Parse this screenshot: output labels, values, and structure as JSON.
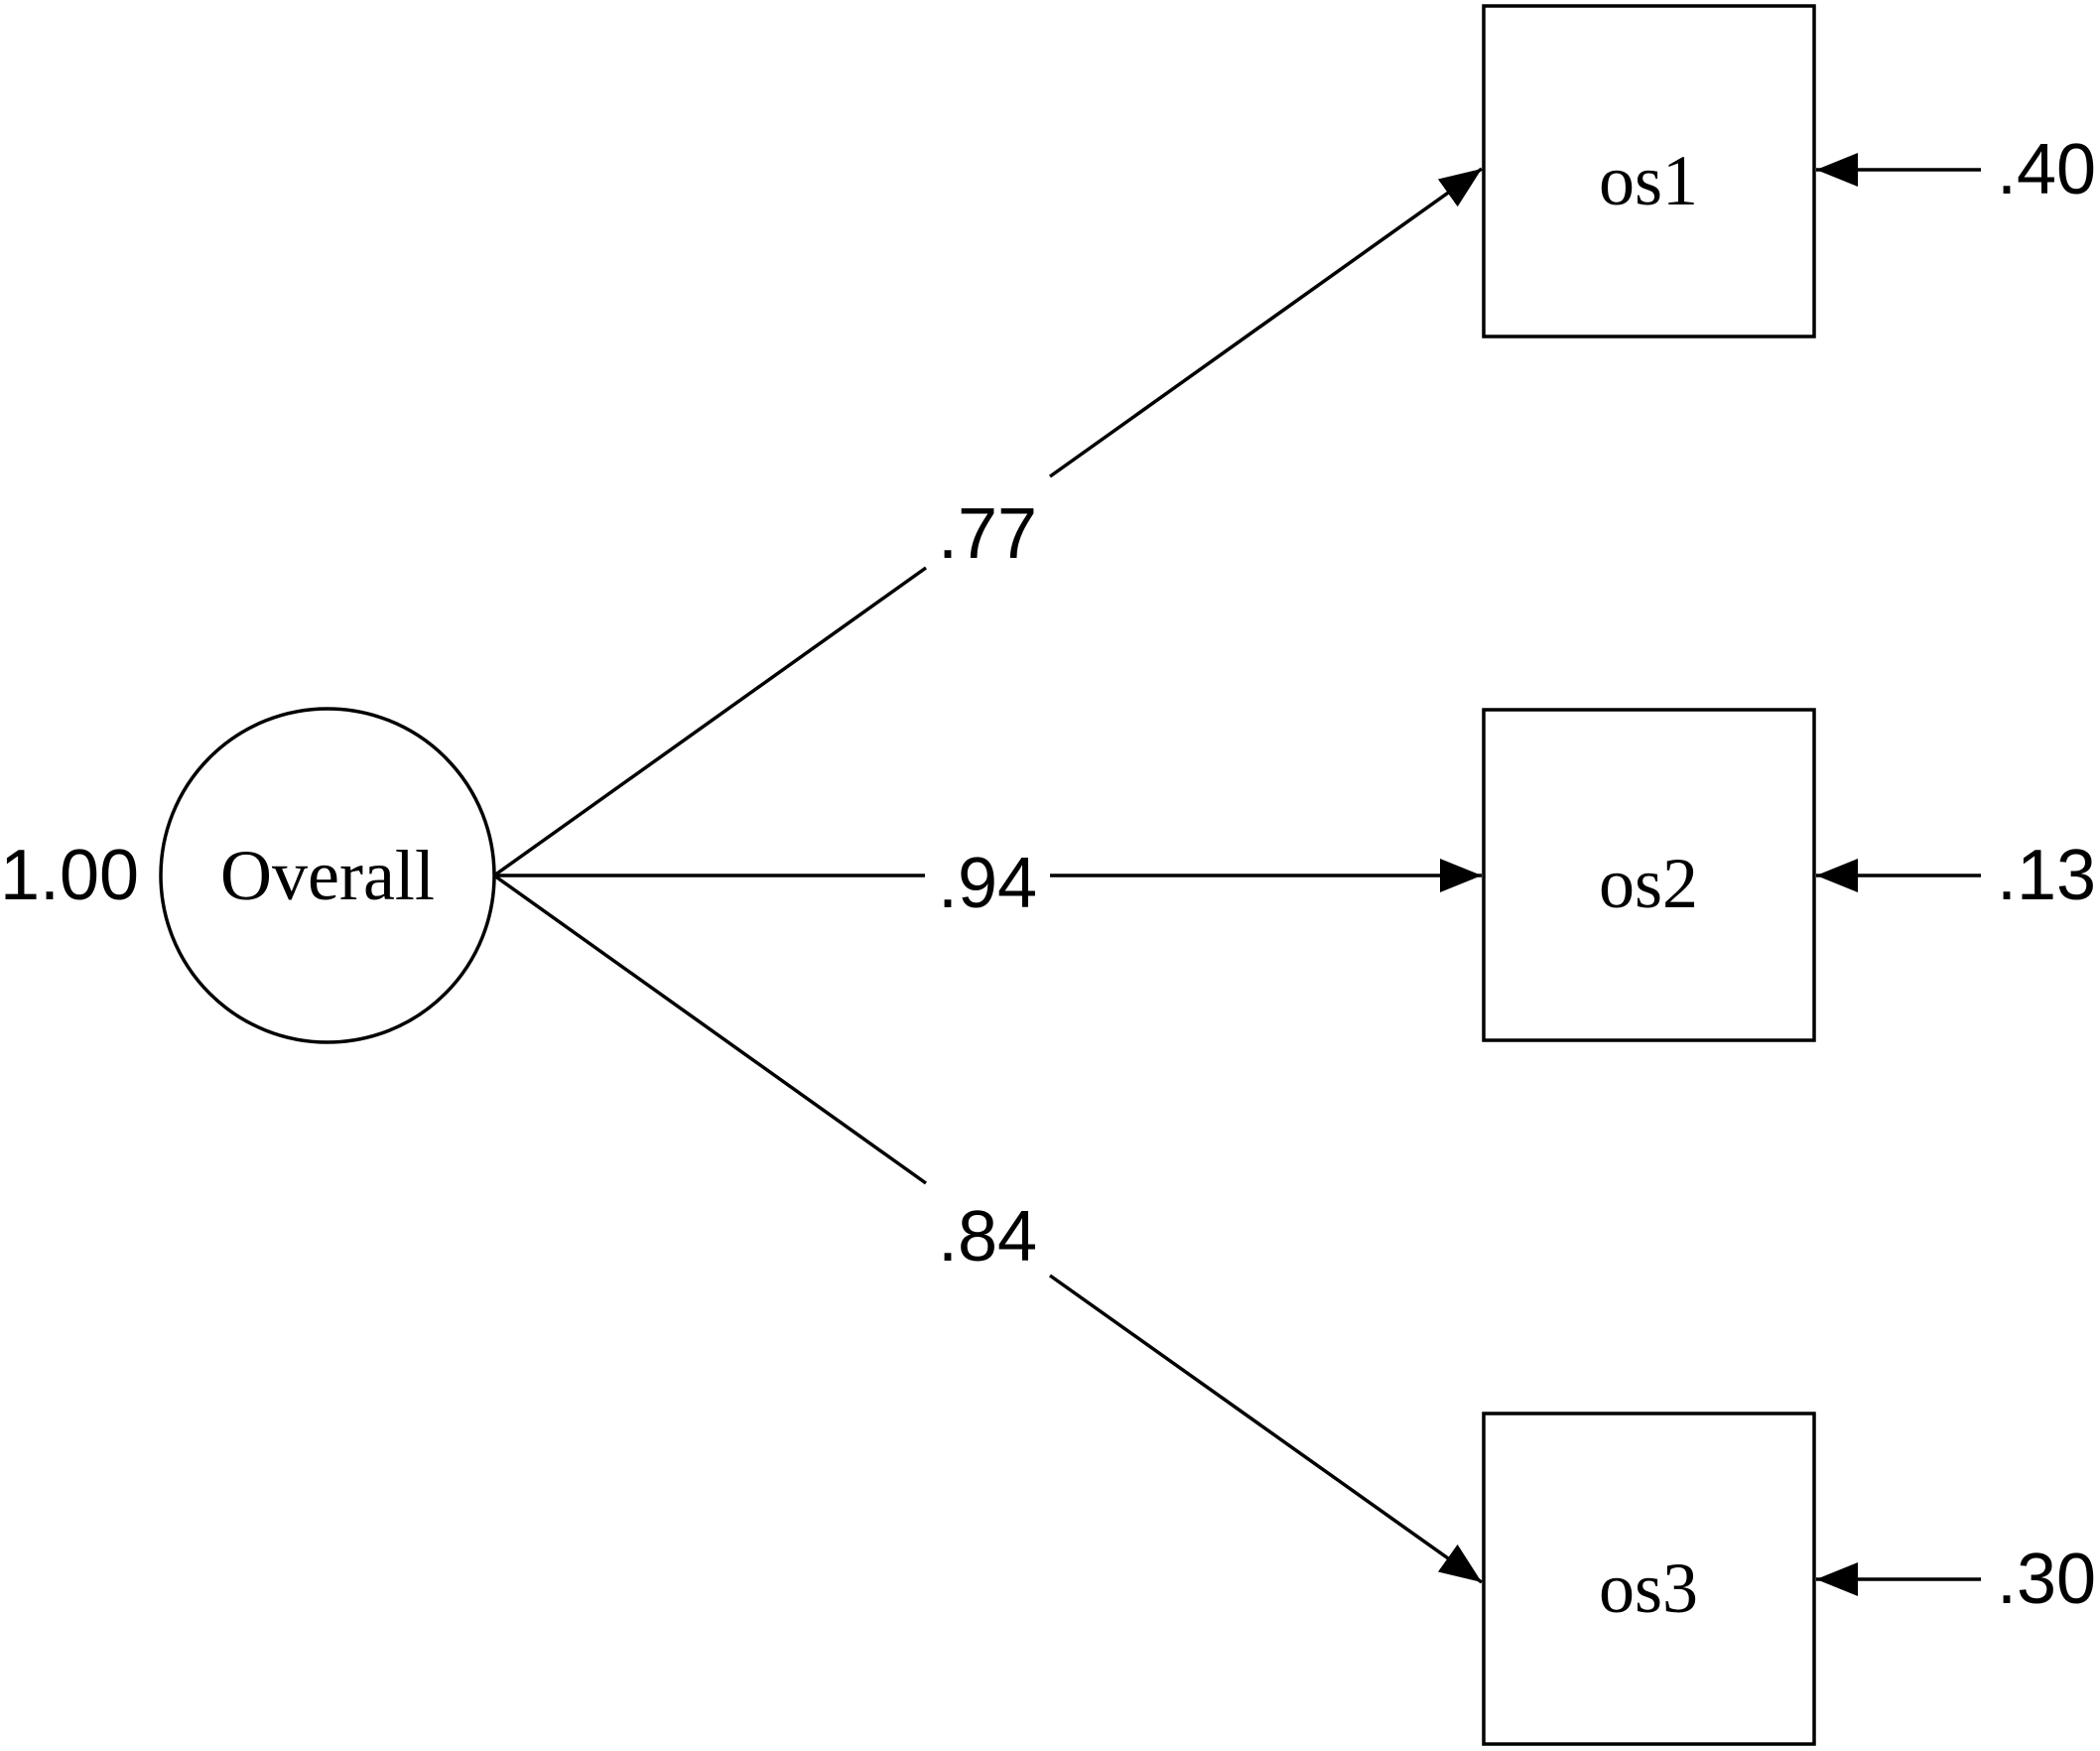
{
  "diagram": {
    "latent": {
      "label": "Overall",
      "variance": "1.00"
    },
    "indicators": [
      {
        "label": "os1",
        "loading": ".77",
        "residual": ".40"
      },
      {
        "label": "os2",
        "loading": ".94",
        "residual": ".13"
      },
      {
        "label": "os3",
        "loading": ".84",
        "residual": ".30"
      }
    ],
    "colors": {
      "stroke": "#000000",
      "background": "#ffffff"
    }
  }
}
